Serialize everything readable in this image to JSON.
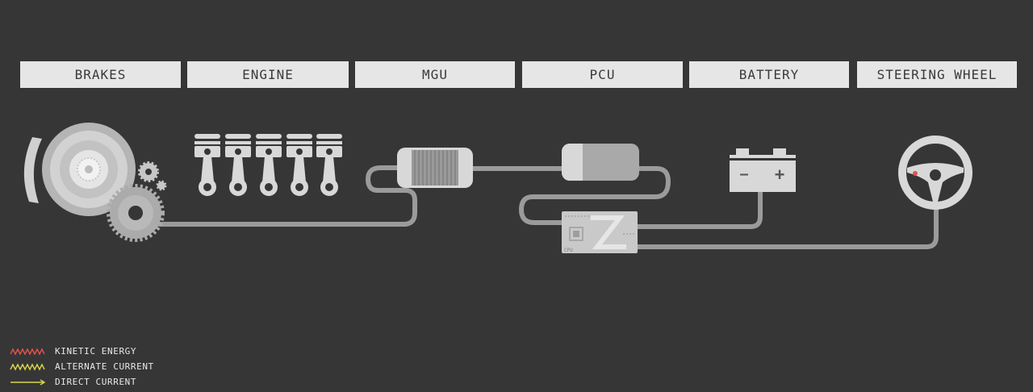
{
  "components": [
    {
      "key": "brakes",
      "label": "BRAKES"
    },
    {
      "key": "engine",
      "label": "ENGINE"
    },
    {
      "key": "mgu",
      "label": "MGU"
    },
    {
      "key": "pcu",
      "label": "PCU"
    },
    {
      "key": "battery",
      "label": "BATTERY"
    },
    {
      "key": "steering",
      "label": "STEERING WHEEL"
    }
  ],
  "pcu_chip_label": "CPU",
  "battery_symbols": {
    "minus": "–",
    "plus": "+"
  },
  "legend": [
    {
      "label": "KINETIC ENERGY",
      "color": "#e0524f",
      "icon": "zigzag-wave-icon"
    },
    {
      "label": "ALTERNATE CURRENT",
      "color": "#d7d64a",
      "icon": "zigzag-wave-icon"
    },
    {
      "label": "DIRECT CURRENT",
      "color": "#d7d64a",
      "icon": "arrow-line-icon"
    }
  ],
  "colors": {
    "background": "#363636",
    "header_fill": "#e6e6e6",
    "component_light": "#d8d8d8",
    "component_mid": "#a9a9a9",
    "wire": "#9b9b9b"
  }
}
